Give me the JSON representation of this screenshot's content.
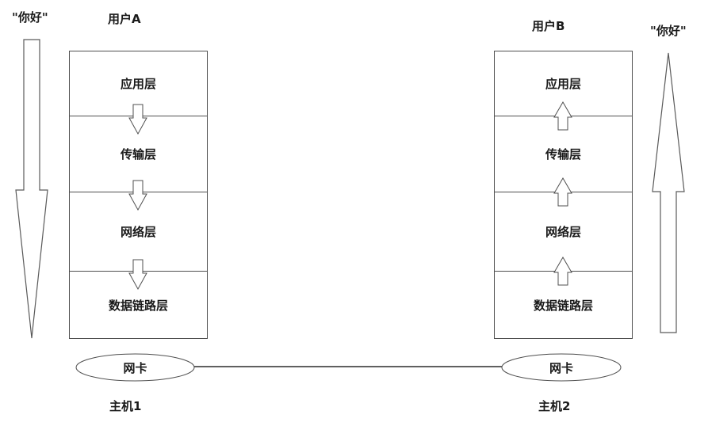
{
  "diagram": {
    "left_host": {
      "message": "\"你好\"",
      "user_label": "用户A",
      "host_label": "主机1",
      "nic_label": "网卡",
      "flow_direction": "down"
    },
    "right_host": {
      "message": "\"你好\"",
      "user_label": "用户B",
      "host_label": "主机2",
      "nic_label": "网卡",
      "flow_direction": "up"
    },
    "layers": [
      "应用层",
      "传输层",
      "网络层",
      "数据链路层"
    ],
    "colors": {
      "background": "#ffffff",
      "stroke": "#4f4f4f",
      "text": "#1a1a1a"
    }
  }
}
